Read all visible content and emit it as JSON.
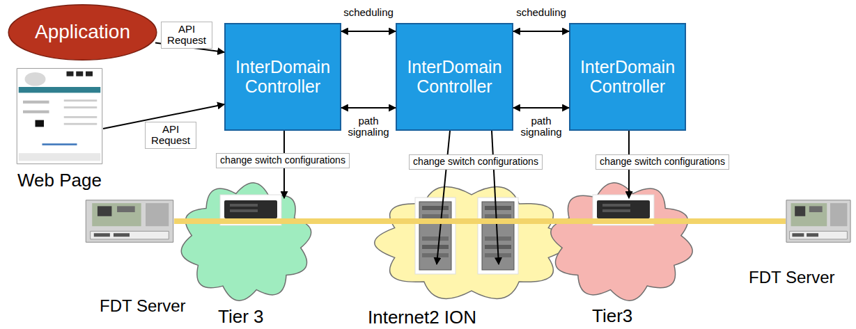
{
  "diagram": {
    "nodes": [
      {
        "text": [
          "Application"
        ]
      },
      {
        "text": [
          "InterDomain Controller"
        ]
      },
      {
        "text": [
          "InterDomain Controller"
        ]
      },
      {
        "text": [
          "InterDomain Controller"
        ]
      },
      {
        "text": [
          "Web Page"
        ]
      },
      {
        "text": [
          "FDT Server"
        ]
      },
      {
        "text": [
          "Tier 3"
        ]
      },
      {
        "text": [
          "Internet2 ION"
        ]
      },
      {
        "text": [
          "Tier3"
        ]
      },
      {
        "text": [
          "FDT Server"
        ]
      }
    ],
    "edges": [
      {
        "from": 0,
        "to": 1,
        "arrow": "to",
        "label": "API Request"
      },
      {
        "from": 4,
        "to": 1,
        "arrow": "to",
        "label": "API Request"
      },
      {
        "from": 1,
        "to": 2,
        "arrow": "both",
        "label": "scheduling"
      },
      {
        "from": 1,
        "to": 2,
        "arrow": "both",
        "label": "path signaling"
      },
      {
        "from": 2,
        "to": 3,
        "arrow": "both",
        "label": "scheduling"
      },
      {
        "from": 2,
        "to": 3,
        "arrow": "both",
        "label": "path signaling"
      },
      {
        "from": 1,
        "to": 6,
        "arrow": "to",
        "label": "change switch configurations"
      },
      {
        "from": 2,
        "to": 7,
        "arrow": "to",
        "label": "change switch configurations"
      },
      {
        "from": 2,
        "to": 7,
        "arrow": "to"
      },
      {
        "from": 3,
        "to": 8,
        "arrow": "to",
        "label": "change switch configurations"
      },
      {
        "from": 5,
        "to": 9,
        "arrow": "none"
      }
    ]
  }
}
